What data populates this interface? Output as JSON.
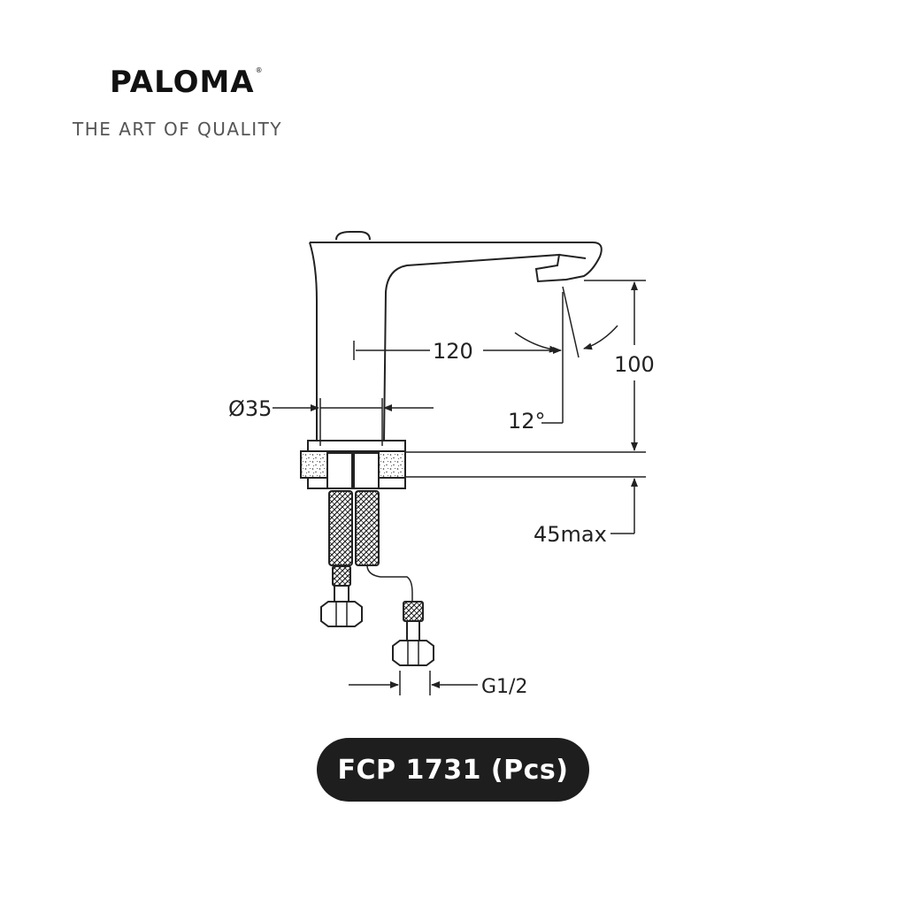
{
  "brand": {
    "name": "PALOMA",
    "registered": "®",
    "tagline": "THE ART OF QUALITY"
  },
  "dimensions": {
    "spout_reach": "120",
    "height": "100",
    "angle": "12°",
    "base_diameter": "Ø35",
    "deck_thickness": "45max",
    "thread": "G1/2"
  },
  "product": {
    "label": "FCP 1731 (Pcs)"
  }
}
